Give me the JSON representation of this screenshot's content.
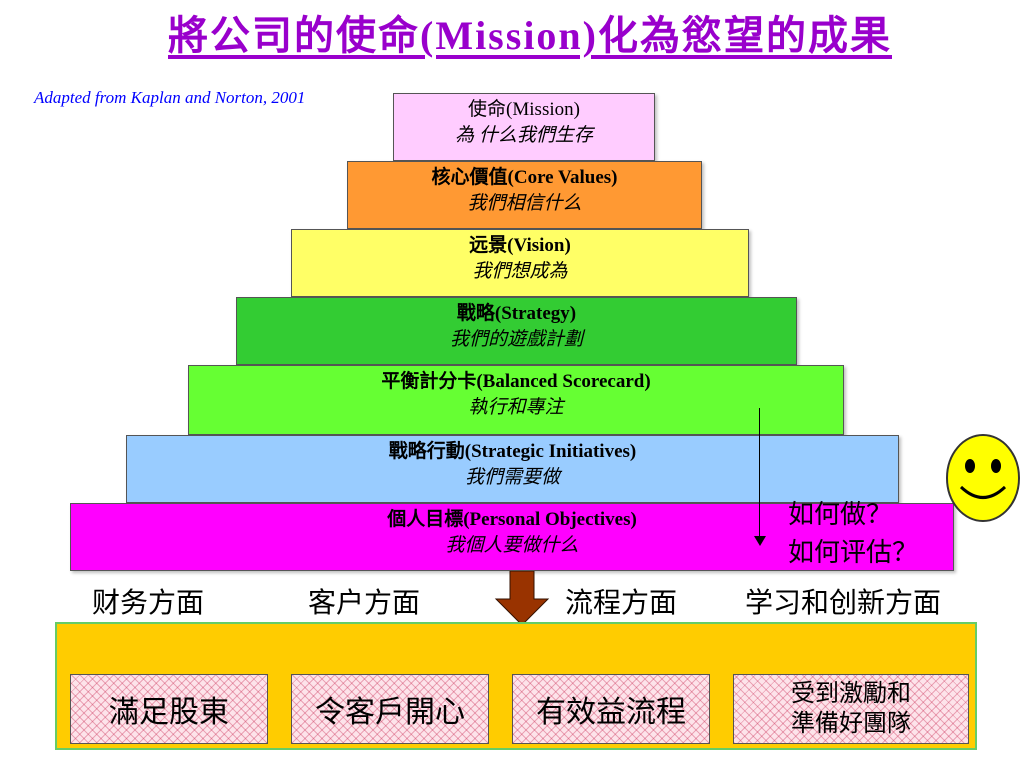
{
  "title": "將公司的使命(Mission)化為慾望的成果",
  "source": "Adapted from Kaplan and Norton, 2001",
  "pyramid": [
    {
      "title": "使命(Mission)",
      "subtitle": "為 什么我們生存",
      "color": "#ffccff"
    },
    {
      "title": "核心價值(Core Values)",
      "subtitle": "我們相信什么",
      "color": "#ff9933"
    },
    {
      "title": "远景(Vision)",
      "subtitle": "我們想成為",
      "color": "#ffff66"
    },
    {
      "title": "戰略(Strategy)",
      "subtitle": "我們的遊戲計劃",
      "color": "#33cc33"
    },
    {
      "title": "平衡計分卡(Balanced Scorecard)",
      "subtitle": "執行和專注",
      "color": "#66ff33"
    },
    {
      "title": "戰略行動(Strategic Initiatives)",
      "subtitle": "我們需要做",
      "color": "#99ccff"
    },
    {
      "title": "個人目標(Personal Objectives)",
      "subtitle": "我個人要做什么",
      "color": "#ff00ff"
    }
  ],
  "questions": [
    "如何做？",
    "如何评估？"
  ],
  "perspectives": [
    "财务方面",
    "客户方面",
    "流程方面",
    "学习和创新方面"
  ],
  "outcomes": [
    {
      "lines": [
        "滿足股東"
      ]
    },
    {
      "lines": [
        "令客戶開心"
      ]
    },
    {
      "lines": [
        "有效益流程"
      ]
    },
    {
      "lines": [
        "受到激勵和",
        "準備好團隊"
      ]
    }
  ],
  "colors": {
    "title": "#9900cc",
    "source": "#0000ff",
    "base": "#ffcc00",
    "base_border": "#66cc66",
    "arrow": "#993300",
    "smiley": "#ffff00"
  }
}
